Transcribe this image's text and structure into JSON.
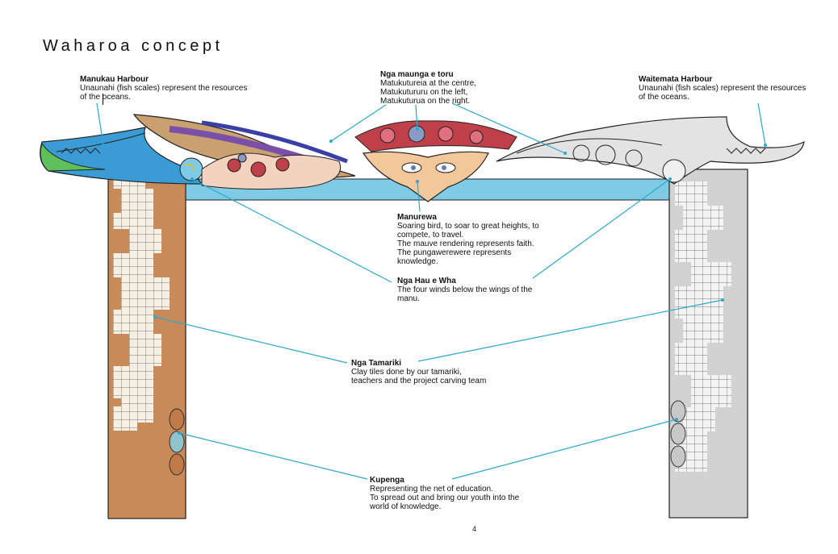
{
  "title": "Waharoa concept",
  "page_number": "4",
  "annotations": {
    "manukau": {
      "heading": "Manukau Harbour",
      "body": "Unaunahi (fish scales) represent the resources\nof the oceans."
    },
    "nga_maunga": {
      "heading": "Nga maunga e toru",
      "body": "Matukutureia at the centre,\nMatukutururu on the left,\nMatukuturua on the right."
    },
    "waitemata": {
      "heading": "Waitemata Harbour",
      "body": "Unaunahi (fish scales) represent the resources\nof the oceans."
    },
    "manurewa": {
      "heading": "Manurewa",
      "body": "Soaring bird, to soar to great heights, to\ncompete, to travel.\nThe mauve rendering represents faith.\nThe pungawerewere represents\nknowledge."
    },
    "nga_hau": {
      "heading": "Nga Hau e Wha",
      "body": "The four winds below the wings of the\nmanu."
    },
    "nga_tamariki": {
      "heading": "Nga Tamariki",
      "body": "Clay tiles done by our tamariki,\nteachers and the project carving team"
    },
    "kupenga": {
      "heading": "Kupenga",
      "body": "Representing the net of education.\nTo spread out and bring our youth into the\nworld of knowledge."
    }
  },
  "colors": {
    "leader_line": "#2aa8d0",
    "sky_band": "#7fcbe6",
    "left_post": "#c98a5a",
    "right_post": "#d2d2d2",
    "mauve": "#7a4fa8",
    "red_scroll": "#c0404a",
    "green_fin": "#5fbf5a",
    "blue_fin": "#2f6fbf"
  }
}
